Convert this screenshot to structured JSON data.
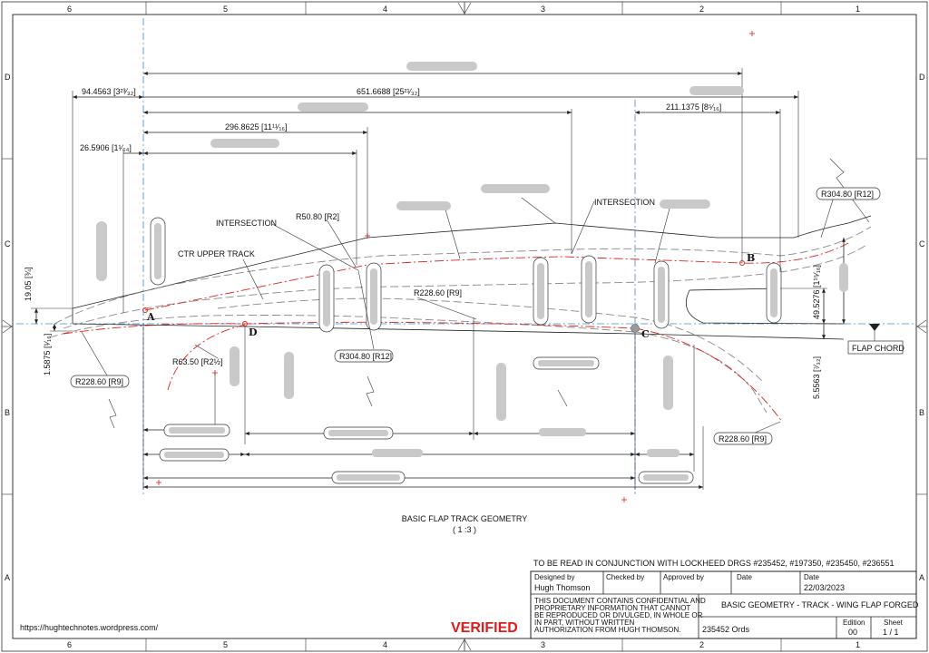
{
  "frame": {
    "columns": [
      "6",
      "5",
      "4",
      "3",
      "2",
      "1"
    ],
    "rows": [
      "D",
      "C",
      "B",
      "A"
    ]
  },
  "dimensions": {
    "d_94": "94.4563 [3²³⁄₃₂]",
    "d_651": "651.6688 [25²¹⁄₃₂]",
    "d_296": "296.8625 [11¹¹⁄₁₆]",
    "d_26": "26.5906 [1¹⁄₆₄]",
    "d_211": "211.1375 [8⁵⁄₁₆]",
    "d_19": "19.05 [¾]",
    "d_1587": "1.5875 [¹⁄₁₆]",
    "d_49": "49.5276 [1¹⁵⁄₁₆]",
    "d_5556": "5.5563 [⁷⁄₃₂]"
  },
  "radii": {
    "r_50": "R50.80 [R2]",
    "r_304_top": "R304.80 [R12]",
    "r_228_mid": "R228.60 [R9]",
    "r_304_mid": "R304.80 [R12]",
    "r_228_left": "R228.60 [R9]",
    "r_63": "R63.50 [R2½]",
    "r_228_right": "R228.60 [R9]"
  },
  "notes": {
    "intersection_left": "INTERSECTION",
    "intersection_right": "INTERSECTION",
    "ctr_upper_track": "CTR UPPER TRACK",
    "flap_chord": "FLAP CHORD"
  },
  "points": {
    "a": "A",
    "b": "B",
    "c": "C",
    "d": "D"
  },
  "view": {
    "title": "BASIC FLAP TRACK GEOMETRY",
    "scale": "( 1 :3 )"
  },
  "title_block": {
    "reference": "TO BE READ IN CONJUNCTION WITH LOCKHEED DRGS #235452, #197350, #235450, #236551",
    "designed_by_label": "Designed by",
    "designed_by": "Hugh Thomson",
    "checked_by_label": "Checked by",
    "approved_by_label": "Approved by",
    "date_label_1": "Date",
    "date_label_2": "Date",
    "date": "22/03/2023",
    "confidential_1": "THIS DOCUMENT CONTAINS CONFIDENTIAL AND",
    "confidential_2": "PROPRIETARY INFORMATION THAT CANNOT",
    "confidential_3": "BE REPRODUCED OR DIVULGED, IN WHOLE OR",
    "confidential_4": "IN PART, WITHOUT WRITTEN",
    "confidential_5": "AUTHORIZATION FROM HUGH THOMSON.",
    "drawing_title": "BASIC GEOMETRY - TRACK - WING FLAP FORGED",
    "drawing_number": "235452 Ords",
    "edition_label": "Edition",
    "edition": "00",
    "sheet_label": "Sheet",
    "sheet": "1 / 1"
  },
  "stamp": "VERIFIED",
  "url": "https://hughtechnotes.wordpress.com/"
}
